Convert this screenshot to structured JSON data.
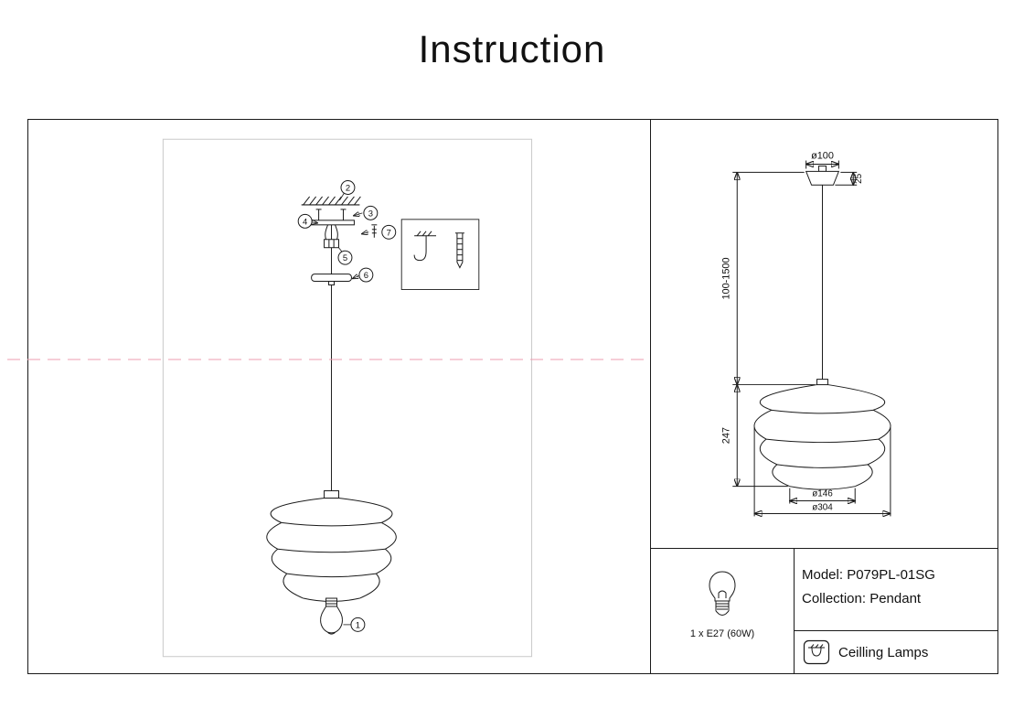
{
  "title": "Instruction",
  "callouts": {
    "c1": "1",
    "c2": "2",
    "c3": "3",
    "c4": "4",
    "c5": "5",
    "c6": "6",
    "c7": "7"
  },
  "dimensions": {
    "canopy_diameter": "ø100",
    "canopy_height": "25",
    "suspension_length": "100-1500",
    "shade_height": "247",
    "opening_diameter": "ø146",
    "shade_diameter": "ø304"
  },
  "spec_panel": {
    "lamp_spec": "1 x E27 (60W)",
    "model": "Model: P079PL-01SG",
    "collection": "Collection: Pendant",
    "category": "Ceilling Lamps"
  },
  "colors": {
    "line": "#1a1a1a",
    "cut_line": "#ee9daf",
    "inner_frame": "#c9c9c9"
  }
}
